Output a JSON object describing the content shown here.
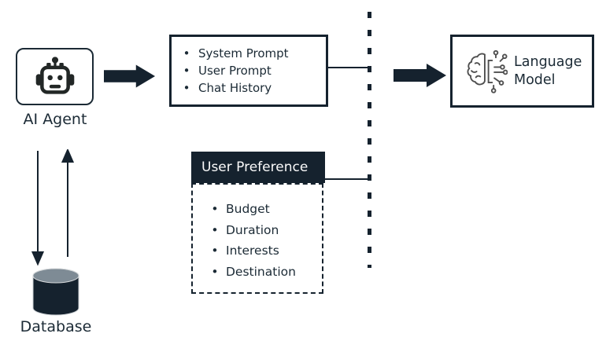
{
  "colors": {
    "ink": "#15222e",
    "text": "#1b2a35",
    "header_bg": "#15222e",
    "header_text": "#fafafa",
    "cylinder_top": "#7e8b95",
    "icon_gray": "#4f4f4f",
    "background": "#ffffff"
  },
  "agent": {
    "label": "AI Agent",
    "icon": "robot-icon"
  },
  "prompt_box": {
    "items": [
      "System Prompt",
      "User Prompt",
      "Chat History"
    ]
  },
  "user_preference": {
    "title": "User Preference",
    "items": [
      "Budget",
      "Duration",
      "Interests",
      "Destination"
    ]
  },
  "language_model": {
    "label": "Language Model",
    "icon": "ai-brain-icon"
  },
  "database": {
    "label": "Database",
    "icon": "database-cylinder-icon"
  },
  "flow": {
    "arrow_icon": "block-arrow-icon",
    "divider": "dashed-vertical-divider"
  }
}
